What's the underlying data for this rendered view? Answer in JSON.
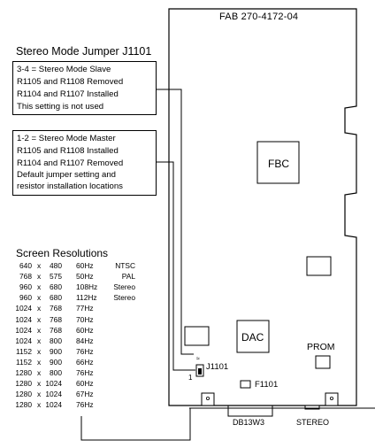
{
  "board": {
    "part_number": "FAB 270-4172-04",
    "chips": {
      "fbc": "FBC",
      "dac": "DAC",
      "prom": "PROM"
    },
    "jumper": {
      "label": "J1101",
      "pin1": "1",
      "pin_mark": "≈"
    },
    "fuse": "F1101",
    "connectors": {
      "video": "DB13W3",
      "stereo": "STEREO"
    }
  },
  "jumper_title": "Stereo Mode Jumper J1101",
  "slave_box": [
    "3-4 = Stereo Mode Slave",
    "R1105 and R1108 Removed",
    "R1104 and R1107 Installed",
    "This setting is not used"
  ],
  "master_box": [
    "1-2 = Stereo Mode Master",
    "R1105 and R1108 Installed",
    "R1104 and R1107 Removed",
    "Default jumper setting and",
    "resistor installation locations"
  ],
  "resolutions": {
    "title": "Screen Resolutions",
    "rows": [
      {
        "w": "640",
        "x": "x",
        "h": "480",
        "rate": "60Hz",
        "note": "NTSC"
      },
      {
        "w": "768",
        "x": "x",
        "h": "575",
        "rate": "50Hz",
        "note": "PAL"
      },
      {
        "w": "960",
        "x": "x",
        "h": "680",
        "rate": "108Hz",
        "note": "Stereo"
      },
      {
        "w": "960",
        "x": "x",
        "h": "680",
        "rate": "112Hz",
        "note": "Stereo"
      },
      {
        "w": "1024",
        "x": "x",
        "h": "768",
        "rate": "77Hz",
        "note": ""
      },
      {
        "w": "1024",
        "x": "x",
        "h": "768",
        "rate": "70Hz",
        "note": ""
      },
      {
        "w": "1024",
        "x": "x",
        "h": "768",
        "rate": "60Hz",
        "note": ""
      },
      {
        "w": "1024",
        "x": "x",
        "h": "800",
        "rate": "84Hz",
        "note": ""
      },
      {
        "w": "1152",
        "x": "x",
        "h": "900",
        "rate": "76Hz",
        "note": ""
      },
      {
        "w": "1152",
        "x": "x",
        "h": "900",
        "rate": "66Hz",
        "note": ""
      },
      {
        "w": "1280",
        "x": "x",
        "h": "800",
        "rate": "76Hz",
        "note": ""
      },
      {
        "w": "1280",
        "x": "x",
        "h": "1024",
        "rate": "60Hz",
        "note": ""
      },
      {
        "w": "1280",
        "x": "x",
        "h": "1024",
        "rate": "67Hz",
        "note": ""
      },
      {
        "w": "1280",
        "x": "x",
        "h": "1024",
        "rate": "76Hz",
        "note": ""
      }
    ]
  }
}
